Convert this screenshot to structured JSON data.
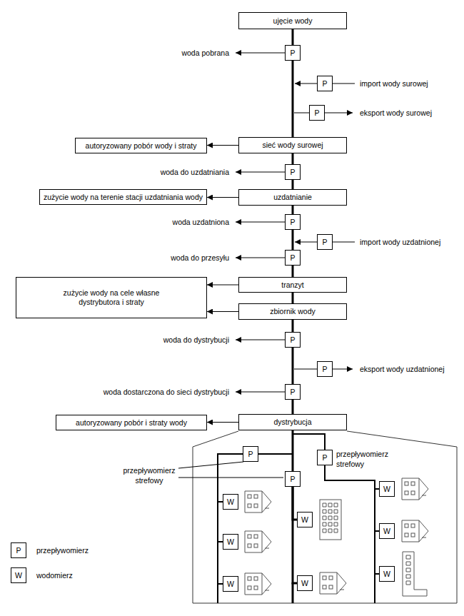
{
  "diagram": {
    "nodes": [
      {
        "text": [
          "ujęcie wody"
        ]
      },
      {
        "text": [
          "P"
        ]
      },
      {
        "text": [
          "P"
        ]
      },
      {
        "text": [
          "P"
        ]
      },
      {
        "text": [
          "autoryzowany pobór wody i straty"
        ]
      },
      {
        "text": [
          "sieć wody surowej"
        ]
      },
      {
        "text": [
          "P"
        ]
      },
      {
        "text": [
          "zużycie wody na terenie stacji uzdatniania wody"
        ]
      },
      {
        "text": [
          "uzdatnianie"
        ]
      },
      {
        "text": [
          "P"
        ]
      },
      {
        "text": [
          "P"
        ]
      },
      {
        "text": [
          "P"
        ]
      },
      {
        "text": [
          "zużycie wody na cele własne dystrybutora i straty"
        ]
      },
      {
        "text": [
          "tranzyt"
        ]
      },
      {
        "text": [
          "zbiornik wody"
        ]
      },
      {
        "text": [
          "P"
        ]
      },
      {
        "text": [
          "P"
        ]
      },
      {
        "text": [
          "P"
        ]
      },
      {
        "text": [
          "autoryzowany pobór i straty wody"
        ]
      },
      {
        "text": [
          "dystrybucja"
        ]
      },
      {
        "text": [
          "P"
        ]
      },
      {
        "text": [
          "P"
        ]
      },
      {
        "text": [
          "P"
        ]
      },
      {
        "text": [
          "W"
        ]
      },
      {
        "text": [
          "W"
        ]
      },
      {
        "text": [
          "W"
        ]
      },
      {
        "text": [
          "W"
        ]
      },
      {
        "text": [
          "W"
        ]
      },
      {
        "text": [
          "W"
        ]
      },
      {
        "text": [
          "W"
        ]
      },
      {
        "text": [
          "W"
        ]
      }
    ],
    "edges": [
      {
        "from": 0,
        "to": 1,
        "arrow": "none"
      },
      {
        "from": 1,
        "to": 5,
        "arrow": "none"
      },
      {
        "from": 5,
        "to": 4,
        "arrow": "to"
      },
      {
        "from": 5,
        "to": 6,
        "arrow": "none"
      },
      {
        "from": 6,
        "to": 8,
        "arrow": "none"
      },
      {
        "from": 8,
        "to": 7,
        "arrow": "to"
      },
      {
        "from": 8,
        "to": 9,
        "arrow": "none"
      },
      {
        "from": 9,
        "to": 11,
        "arrow": "none"
      },
      {
        "from": 11,
        "to": 13,
        "arrow": "none"
      },
      {
        "from": 13,
        "to": 12,
        "arrow": "to"
      },
      {
        "from": 13,
        "to": 14,
        "arrow": "none"
      },
      {
        "from": 14,
        "to": 12,
        "arrow": "to"
      },
      {
        "from": 14,
        "to": 15,
        "arrow": "none"
      },
      {
        "from": 15,
        "to": 17,
        "arrow": "none"
      },
      {
        "from": 17,
        "to": 19,
        "arrow": "none"
      },
      {
        "from": 19,
        "to": 18,
        "arrow": "to"
      },
      {
        "from": 19,
        "to": 21,
        "arrow": "none"
      },
      {
        "from": 19,
        "to": 20,
        "arrow": "none"
      },
      {
        "from": 19,
        "to": 22,
        "arrow": "none"
      },
      {
        "from": 20,
        "to": 23,
        "arrow": "none"
      },
      {
        "from": 20,
        "to": 24,
        "arrow": "none"
      },
      {
        "from": 20,
        "to": 25,
        "arrow": "none"
      },
      {
        "from": 21,
        "to": 26,
        "arrow": "none"
      },
      {
        "from": 21,
        "to": 30,
        "arrow": "none"
      },
      {
        "from": 22,
        "to": 27,
        "arrow": "none"
      },
      {
        "from": 22,
        "to": 28,
        "arrow": "none"
      },
      {
        "from": 22,
        "to": 29,
        "arrow": "none"
      }
    ],
    "labels": [
      "woda pobrana",
      "import wody surowej",
      "eksport wody surowej",
      "woda do uzdatniania",
      "woda uzdatniona",
      "import wody uzdatnionej",
      "woda do przesyłu",
      "woda do dystrybucji",
      "eksport wody uzdatnionej",
      "woda dostarczona do sieci dystrybucji",
      "przepływomierz strefowy",
      "przepływomierz strefowy",
      "P",
      "W"
    ],
    "legend": [
      {
        "text": "przepływomierz"
      },
      {
        "text": "wodomierz"
      }
    ]
  }
}
